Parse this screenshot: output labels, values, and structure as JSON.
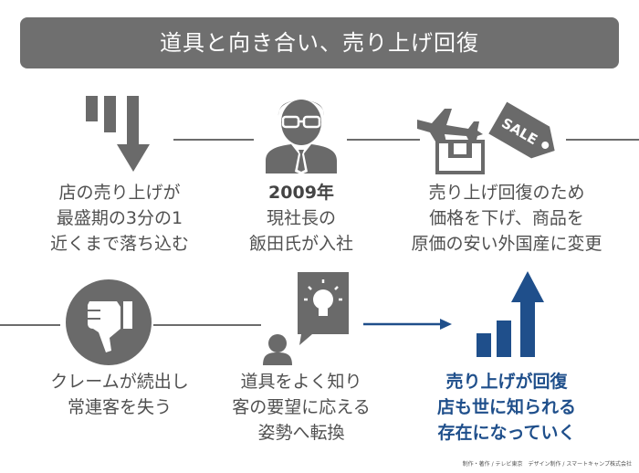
{
  "title": "道具と向き合い、売り上げ回復",
  "steps": [
    {
      "lines": [
        "店の売り上げが",
        "最盛期の3分の1",
        "近くまで落ち込む"
      ],
      "icon": "declining-chart-icon"
    },
    {
      "lines": [
        "2009年",
        "現社長の",
        "飯田氏が入社"
      ],
      "icon": "businessman-icon"
    },
    {
      "lines": [
        "売り上げ回復のため",
        "価格を下げ、商品を",
        "原価の安い外国産に変更"
      ],
      "icon": "import-sale-icon",
      "tag": "SALE"
    },
    {
      "lines": [
        "クレームが続出し",
        "常連客を失う"
      ],
      "icon": "thumbs-down-icon"
    },
    {
      "lines": [
        "道具をよく知り",
        "客の要望に応える",
        "姿勢へ転換"
      ],
      "icon": "idea-speaker-icon"
    },
    {
      "lines": [
        "売り上げが回復",
        "店も世に知られる",
        "存在になっていく"
      ],
      "icon": "rising-chart-icon"
    }
  ],
  "footer": "制作・著作 / テレビ東京　デザイン制作 / スマートキャンプ株式会社",
  "colors": {
    "title_bg": "#6f6f6f",
    "icon_gray": "#6a6a6a",
    "text_gray": "#505050",
    "accent_blue": "#1f4f8b"
  }
}
